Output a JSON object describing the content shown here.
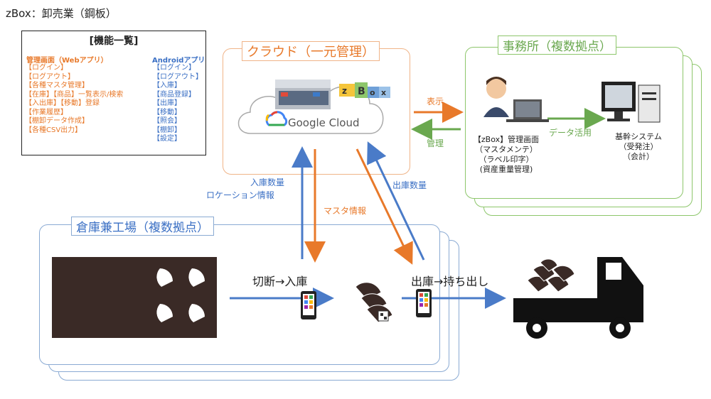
{
  "header": {
    "title": "zBox：卸売業（鋼板）"
  },
  "func_list": {
    "title": "[機能一覧]",
    "admin_header": "管理画面（Webアプリ）",
    "admin_items": [
      "【ログイン】",
      "【ログアウト】",
      "【各種マスタ管理】",
      "【在庫】【商品】一覧表示/検索",
      "【入出庫】【移動】登録",
      "【作業履歴】",
      "【棚卸データ作成】",
      "【各種CSV出力】"
    ],
    "android_header": "Androidアプリ",
    "android_items": [
      "【ログイン】",
      "【ログアウト】",
      "【入庫】",
      "【商品登録】",
      "【出庫】",
      "【移動】",
      "【照会】",
      "【棚卸】",
      "【設定】"
    ]
  },
  "cloud": {
    "title": "クラウド（一元管理）",
    "service": "Google Cloud",
    "logo": "zBox"
  },
  "office": {
    "title": "事務所（複数拠点）",
    "zbox_lines": [
      "【zBox】管理画面",
      "（マスタメンテ）",
      "（ラベル印字）",
      "(資産重量管理)"
    ],
    "core_lines": [
      "基幹システム",
      "（受発注）",
      "（会計）"
    ],
    "data_use": "データ活用"
  },
  "arrows": {
    "display": "表示",
    "manage": "管理",
    "in_qty": "入庫数量",
    "location": "ロケーション情報",
    "master": "マスタ情報",
    "out_qty": "出庫数量"
  },
  "warehouse": {
    "title": "倉庫兼工場（複数拠点）",
    "cut_in": "切断→入庫",
    "out_take": "出庫→持ち出し"
  },
  "colors": {
    "orange": "#e8792a",
    "blue": "#4a7bc8",
    "green": "#6aa84f",
    "dark": "#3a2a26"
  }
}
